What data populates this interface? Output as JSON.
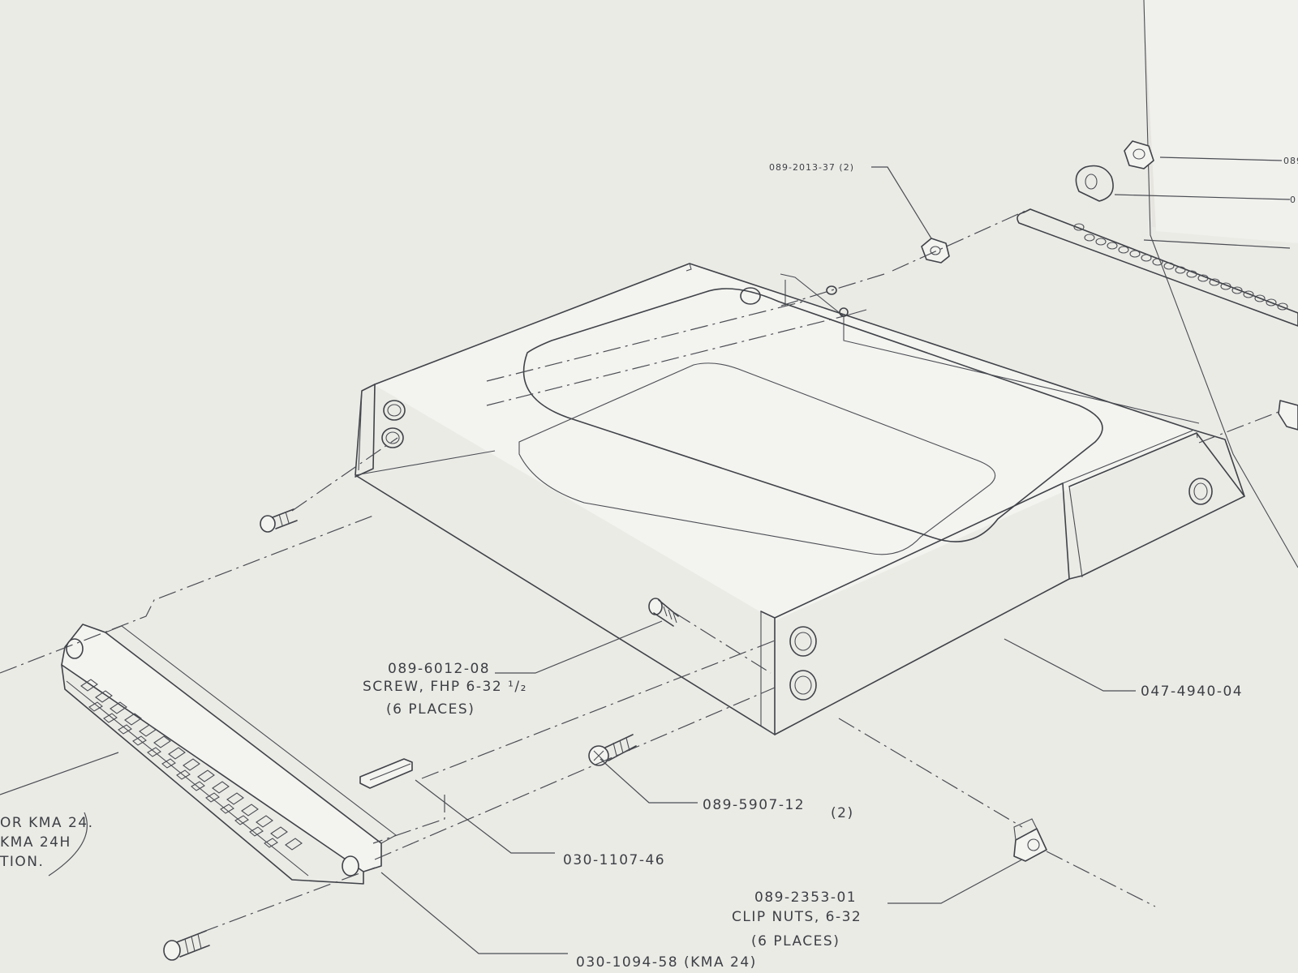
{
  "callouts": {
    "nut_2013": "089-2013-37 (2)",
    "nut_top_right": "089",
    "clamp_top_right": "0",
    "frame": "047-4940-04",
    "screw_fhp_pn": "089-6012-08",
    "screw_fhp_desc": "SCREW, FHP 6-32 ¹/₂",
    "screw_fhp_qty": "(6 PLACES)",
    "screw_5907": "089-5907-12",
    "screw_5907_qty": "(2)",
    "bracket": "030-1107-46",
    "clip_pn": "089-2353-01",
    "clip_desc": "CLIP NUTS, 6-32",
    "clip_qty": "(6 PLACES)",
    "connector": "030-1094-58 (KMA 24)",
    "note_line1": "OR  KMA 24.",
    "note_line2": "KMA 24H",
    "note_line3": "TION."
  },
  "colors": {
    "paper": "#e6e5df",
    "sheet": "#eeeeea",
    "ink": "#3f4248"
  }
}
